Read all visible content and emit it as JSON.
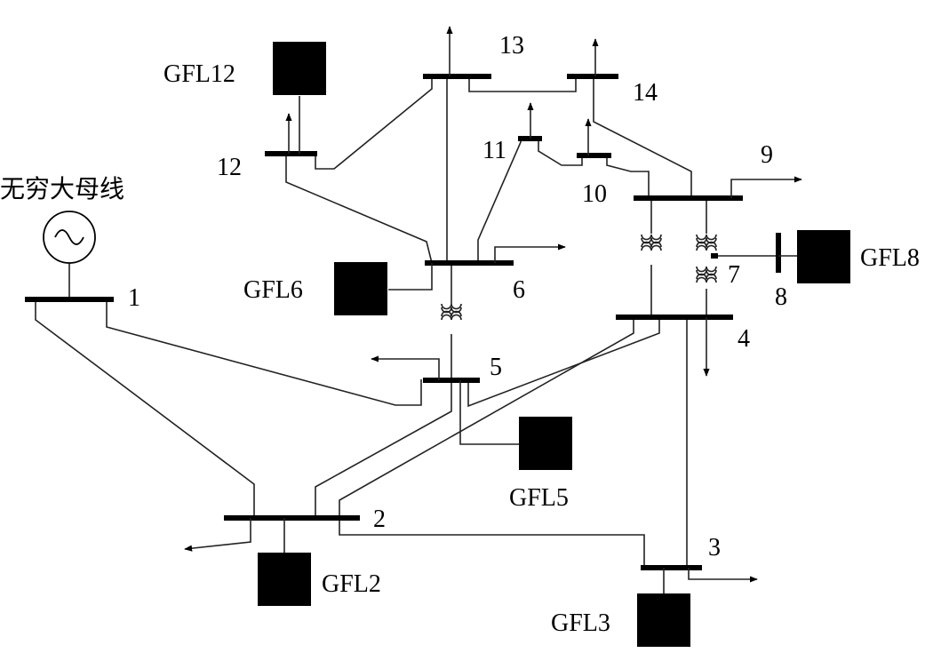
{
  "source": {
    "label": "无穷大母线"
  },
  "buses": [
    {
      "label": "1"
    },
    {
      "label": "2"
    },
    {
      "label": "3"
    },
    {
      "label": "4"
    },
    {
      "label": "5"
    },
    {
      "label": "6"
    },
    {
      "label": "7"
    },
    {
      "label": "8"
    },
    {
      "label": "9"
    },
    {
      "label": "10"
    },
    {
      "label": "11"
    },
    {
      "label": "12"
    },
    {
      "label": "13"
    },
    {
      "label": "14"
    }
  ],
  "converters": [
    {
      "label": "GFL2"
    },
    {
      "label": "GFL3"
    },
    {
      "label": "GFL5"
    },
    {
      "label": "GFL6"
    },
    {
      "label": "GFL8"
    },
    {
      "label": "GFL12"
    }
  ]
}
